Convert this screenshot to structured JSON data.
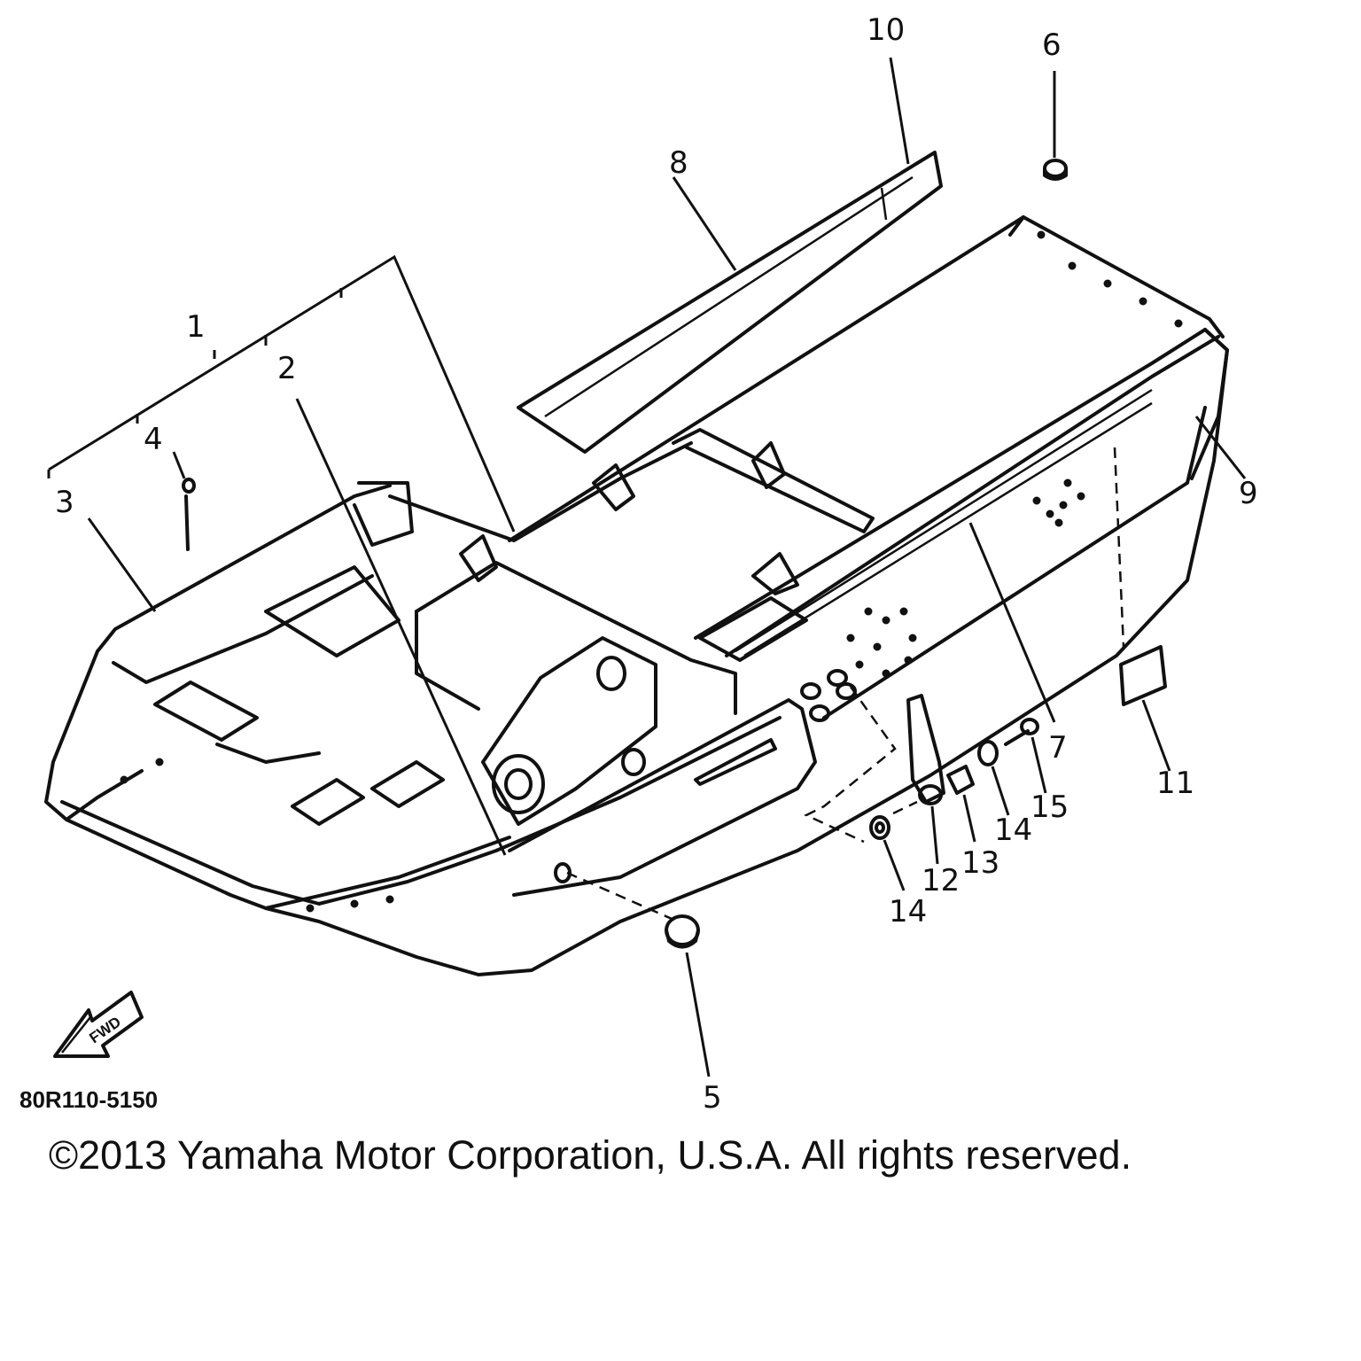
{
  "diagram": {
    "part_callouts": [
      "1",
      "2",
      "3",
      "4",
      "5",
      "6",
      "7",
      "8",
      "9",
      "10",
      "11",
      "12",
      "13",
      "14",
      "14",
      "15"
    ],
    "fwd_arrow_label": "FWD",
    "drawing_code": "80R110-5150"
  },
  "footer": {
    "copyright": "©2013 Yamaha Motor Corporation, U.S.A. All rights reserved."
  }
}
